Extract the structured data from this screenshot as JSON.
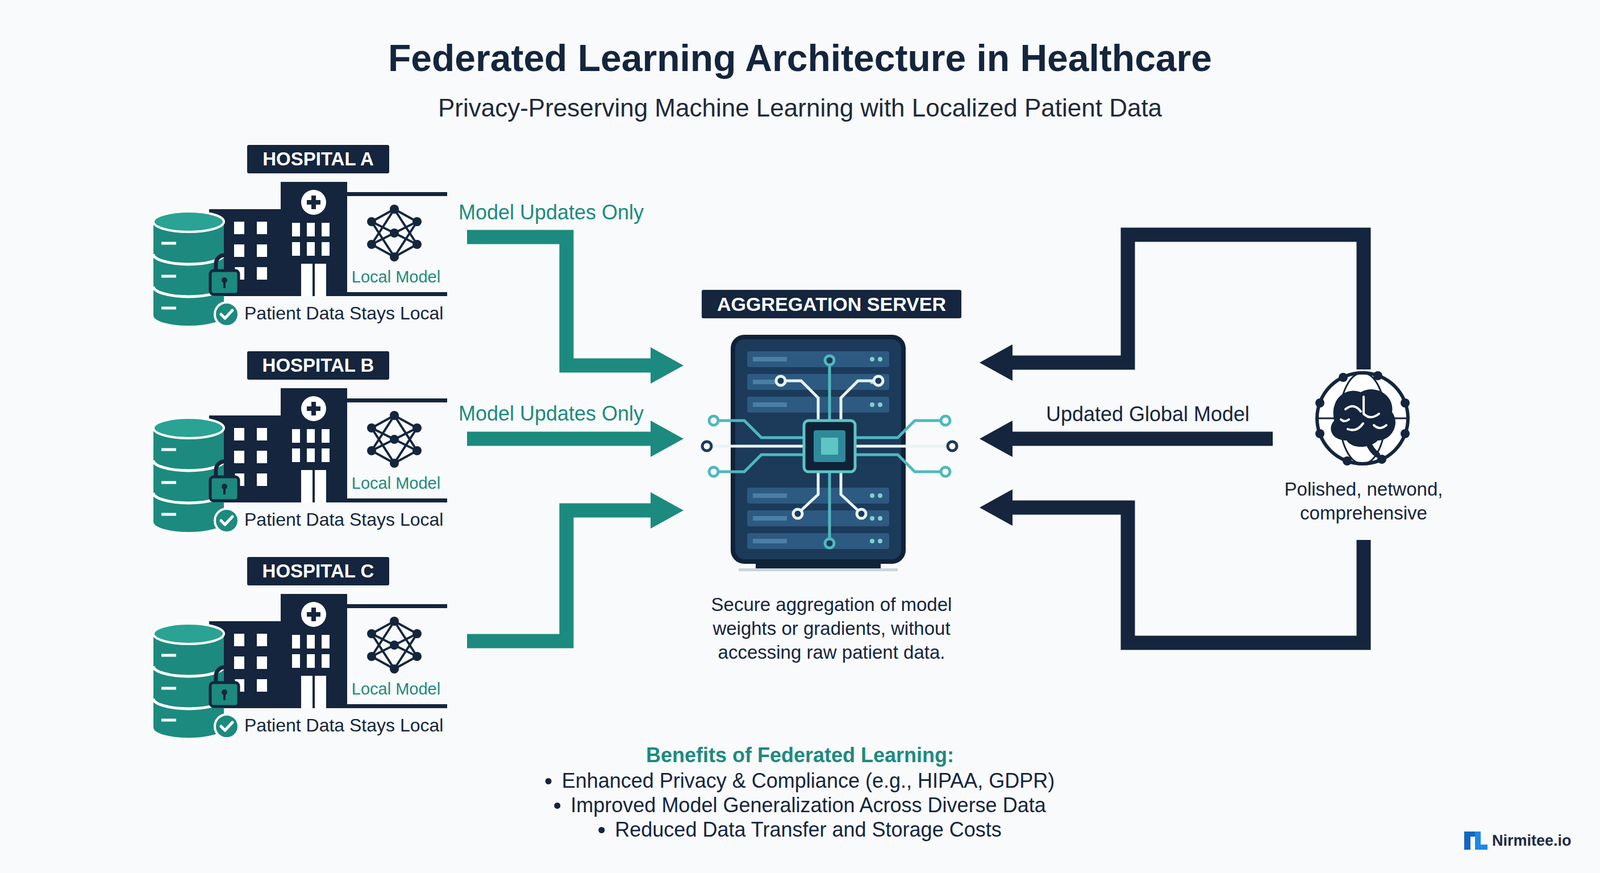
{
  "diagram": {
    "title": "Federated Learning Architecture in Healthcare",
    "nodes": [
      {
        "text": [
          "HOSPITAL A",
          "Local Model",
          "Patient Data Stays Local"
        ]
      },
      {
        "text": [
          "HOSPITAL B",
          "Local Model",
          "Patient Data Stays Local"
        ]
      },
      {
        "text": [
          "HOSPITAL C",
          "Local Model",
          "Patient Data Stays Local"
        ]
      },
      {
        "text": [
          "AGGREGATION SERVER",
          "Secure aggregation of model weights or gradients, without accessing raw patient data."
        ]
      },
      {
        "text": [
          "Polished, netwond, comprehensive"
        ]
      }
    ],
    "edges": [
      {
        "from": 0,
        "to": 3,
        "arrow": "to",
        "label": "Model Updates Only"
      },
      {
        "from": 1,
        "to": 3,
        "arrow": "to",
        "label": "Model Updates Only"
      },
      {
        "from": 2,
        "to": 3,
        "arrow": "to"
      },
      {
        "from": 4,
        "to": 3,
        "arrow": "to"
      },
      {
        "from": 4,
        "to": 3,
        "arrow": "to",
        "label": "Updated Global Model"
      },
      {
        "from": 4,
        "to": 3,
        "arrow": "to"
      }
    ],
    "labels": [
      "Privacy-Preserving Machine Learning with Localized Patient Data",
      "Benefits of Federated Learning:",
      "Enhanced Privacy & Compliance (e.g., HIPAA, GDPR)",
      "Improved Model Generalization Across Diverse Data",
      "Reduced Data Transfer and Storage Costs",
      "Nirmitee.io"
    ]
  }
}
